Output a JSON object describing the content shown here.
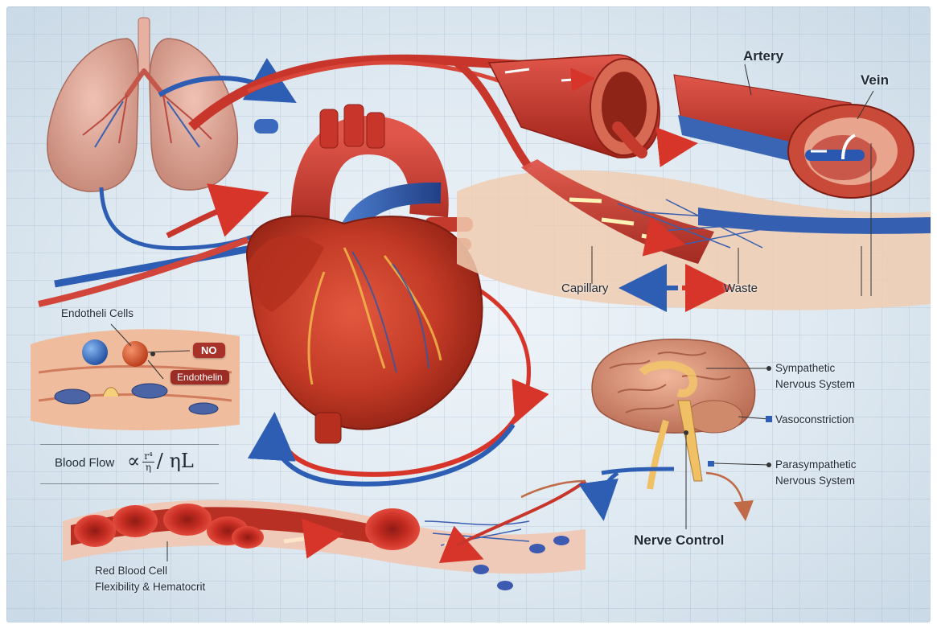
{
  "labels": {
    "artery": "Artery",
    "vein": "Vein",
    "capillary": "Capillary",
    "waste": "Waste",
    "endothelial_cells": "Endotheli Cells",
    "no": "NO",
    "endothelin": "Endothelin",
    "sympathetic_1": "Sympathetic",
    "sympathetic_2": "Nervous System",
    "vasoconstriction": "Vasoconstriction",
    "parasympathetic_1": "Parasympathetic",
    "parasympathetic_2": "Nervous System",
    "nerve_control": "Nerve Control",
    "rbc_1": "Red Blood Cell",
    "rbc_2": "Flexibility & Hematocrit"
  },
  "formula": {
    "label": "Blood Flow",
    "proportional": "∝",
    "numerator": "r⁴",
    "denominator": "η",
    "tail": "/ ηL"
  },
  "colors": {
    "artery_red": "#c8362b",
    "vein_blue": "#2f5fae",
    "tissue": "#f0cdb0",
    "brain": "#d98f74",
    "label_pill": "#a8322a"
  }
}
